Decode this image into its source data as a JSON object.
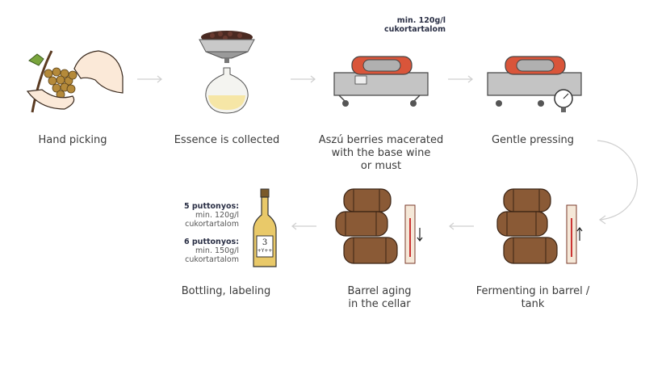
{
  "steps": [
    {
      "id": "hand-picking",
      "label": "Hand picking"
    },
    {
      "id": "essence",
      "label": "Essence is collected"
    },
    {
      "id": "maceration",
      "label_lines": [
        "Aszú berries macerated",
        "with the base wine",
        "or must"
      ]
    },
    {
      "id": "pressing",
      "label": "Gentle pressing"
    },
    {
      "id": "fermenting",
      "label_lines": [
        "Fermenting in barrel /",
        "tank"
      ]
    },
    {
      "id": "aging",
      "label_lines": [
        "Barrel aging",
        "in the cellar"
      ]
    },
    {
      "id": "bottling",
      "label": "Bottling, labeling"
    }
  ],
  "sugar_note": {
    "line1": "min. 120g/l",
    "line2": "cukortartalom"
  },
  "puttonyos": [
    {
      "title": "5 puttonyos:",
      "line1": "min. 120g/l",
      "line2": "cukortartalom"
    },
    {
      "title": "6 puttonyos:",
      "line1": "min. 150g/l",
      "line2": "cukortartalom"
    }
  ],
  "bottle_label": {
    "number": "3",
    "text": "+Y++"
  },
  "colors": {
    "arrow": "#cfcfcf",
    "press_orange": "#d9553a",
    "wood": "#8a5a36",
    "bottle": "#e9c969",
    "accent": "#2a2f45"
  }
}
